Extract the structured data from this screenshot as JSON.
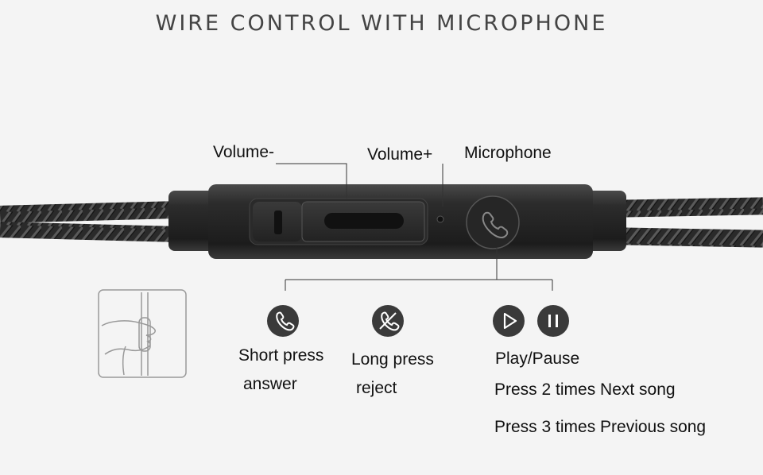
{
  "title": "WIRE CONTROL WITH MICROPHONE",
  "callouts": {
    "volume_minus": "Volume-",
    "volume_plus": "Volume+",
    "microphone": "Microphone"
  },
  "actions": {
    "answer": {
      "line1": "Short press",
      "line2": "answer"
    },
    "reject": {
      "line1": "Long press",
      "line2": "reject"
    },
    "play": {
      "line1": "Play/Pause",
      "line2": "Press 2 times Next song",
      "line3": "Press 3 times  Previous song"
    }
  },
  "icons": {
    "answer": "phone-icon",
    "reject": "phone-reject-icon",
    "play": "play-icon",
    "pause": "pause-icon",
    "hand": "hand-holding-remote-icon"
  },
  "colors": {
    "background": "#f4f4f4",
    "remote": "#2b2b2b",
    "icon_circle": "#3a3a3a",
    "line": "#333333"
  }
}
